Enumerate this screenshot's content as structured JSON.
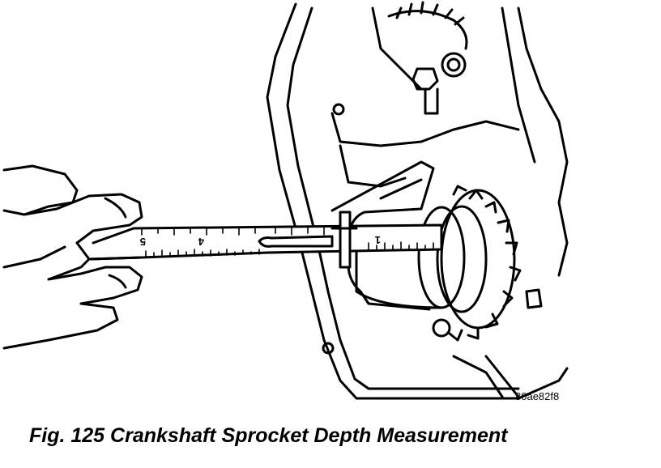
{
  "figure": {
    "caption": "Fig. 125 Crankshaft Sprocket Depth Measurement",
    "figure_id": "80ae82f8",
    "scale_labels": [
      "5",
      "4",
      "1"
    ]
  },
  "colors": {
    "ink": "#000000",
    "paper": "#ffffff"
  }
}
